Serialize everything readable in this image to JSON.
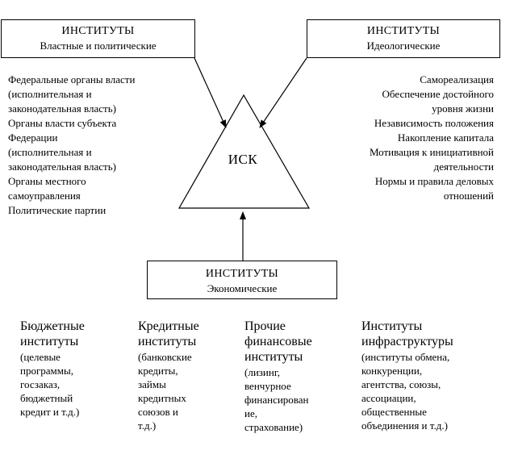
{
  "diagram": {
    "center_label": "ИСК",
    "political": {
      "title": "ИНСТИТУТЫ",
      "subtitle": "Властные и политические",
      "items": [
        "Федеральные органы власти\n(исполнительная и\nзаконодательная власть)",
        "Органы власти субъекта\nФедерации\n(исполнительная и\nзаконодательная власть)",
        "Органы местного\nсамоуправления",
        "Политические партии"
      ]
    },
    "ideological": {
      "title": "ИНСТИТУТЫ",
      "subtitle": "Идеологические",
      "items": [
        "Самореализация",
        "Обеспечение достойного\nуровня жизни",
        "Независимость положения",
        "Накопление капитала",
        "Мотивация к инициативной\nдеятельности",
        "Нормы и правила деловых\nотношений"
      ]
    },
    "economic": {
      "title": "ИНСТИТУТЫ",
      "subtitle": "Экономические",
      "columns": [
        {
          "heading": "Бюджетные\nинституты",
          "body": "(целевые\nпрограммы,\nгосзаказ,\nбюджетный\nкредит и т.д.)"
        },
        {
          "heading": "Кредитные\nинституты",
          "body": "(банковские\nкредиты,\nзаймы\nкредитных\nсоюзов и\nт.д.)"
        },
        {
          "heading": "Прочие\nфинансовые\nинституты",
          "body": "(лизинг,\nвенчурное\nфинансирован\nие,\nстрахование)"
        },
        {
          "heading": "Институты\nинфраструктуры",
          "body": "(институты обмена,\nконкуренции,\nагентства, союзы,\nассоциации,\nобщественные\nобъединения и т.д.)"
        }
      ]
    },
    "colors": {
      "line": "#000000",
      "background": "#ffffff"
    }
  }
}
